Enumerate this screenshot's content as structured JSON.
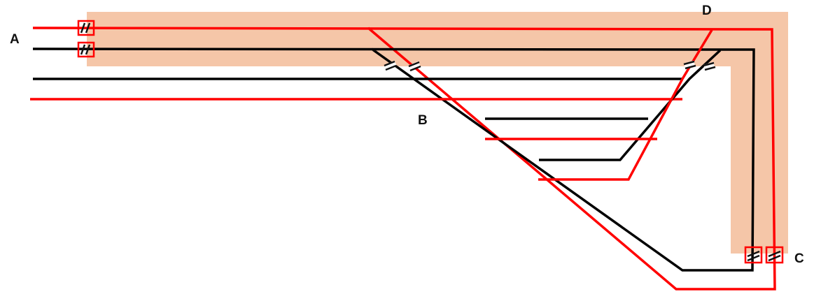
{
  "labels": {
    "a": "A",
    "b": "B",
    "c": "C",
    "d": "D"
  },
  "colors": {
    "background": "#ffffff",
    "band": "#f5c6a8",
    "red_line": "#ff0000",
    "black_line": "#000000",
    "connector_box": "#ff0000",
    "label_text": "#111111"
  }
}
